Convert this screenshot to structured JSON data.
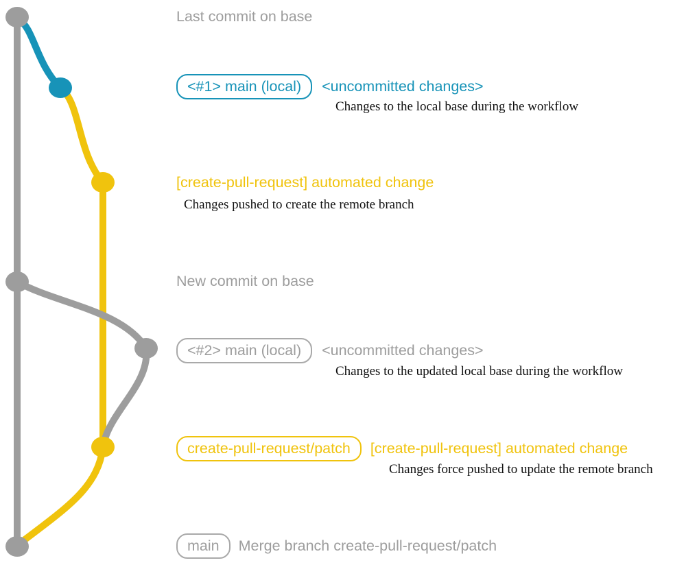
{
  "colors": {
    "teal": "#1793b8",
    "yellow": "#f0c30d",
    "gray": "#9d9d9d",
    "gray_border": "#a9a9a9",
    "caption_text": "#101010",
    "background": "#ffffff"
  },
  "rows": {
    "last_commit": {
      "label": "Last commit on base"
    },
    "local_main_1": {
      "badge": "<#1> main (local)",
      "status": "<uncommitted changes>",
      "caption": "Changes to the local base during the workflow"
    },
    "automated_change_1": {
      "label": "[create-pull-request] automated change",
      "caption": "Changes pushed to create the remote branch"
    },
    "new_commit": {
      "label": "New commit on base"
    },
    "local_main_2": {
      "badge": "<#2> main (local)",
      "status": "<uncommitted changes>",
      "caption": "Changes to the updated local base during the workflow"
    },
    "automated_change_2": {
      "badge": "create-pull-request/patch",
      "label": "[create-pull-request] automated change",
      "caption": "Changes force pushed to update the remote branch"
    },
    "merge": {
      "badge": "main",
      "label": "Merge branch create-pull-request/patch"
    }
  }
}
